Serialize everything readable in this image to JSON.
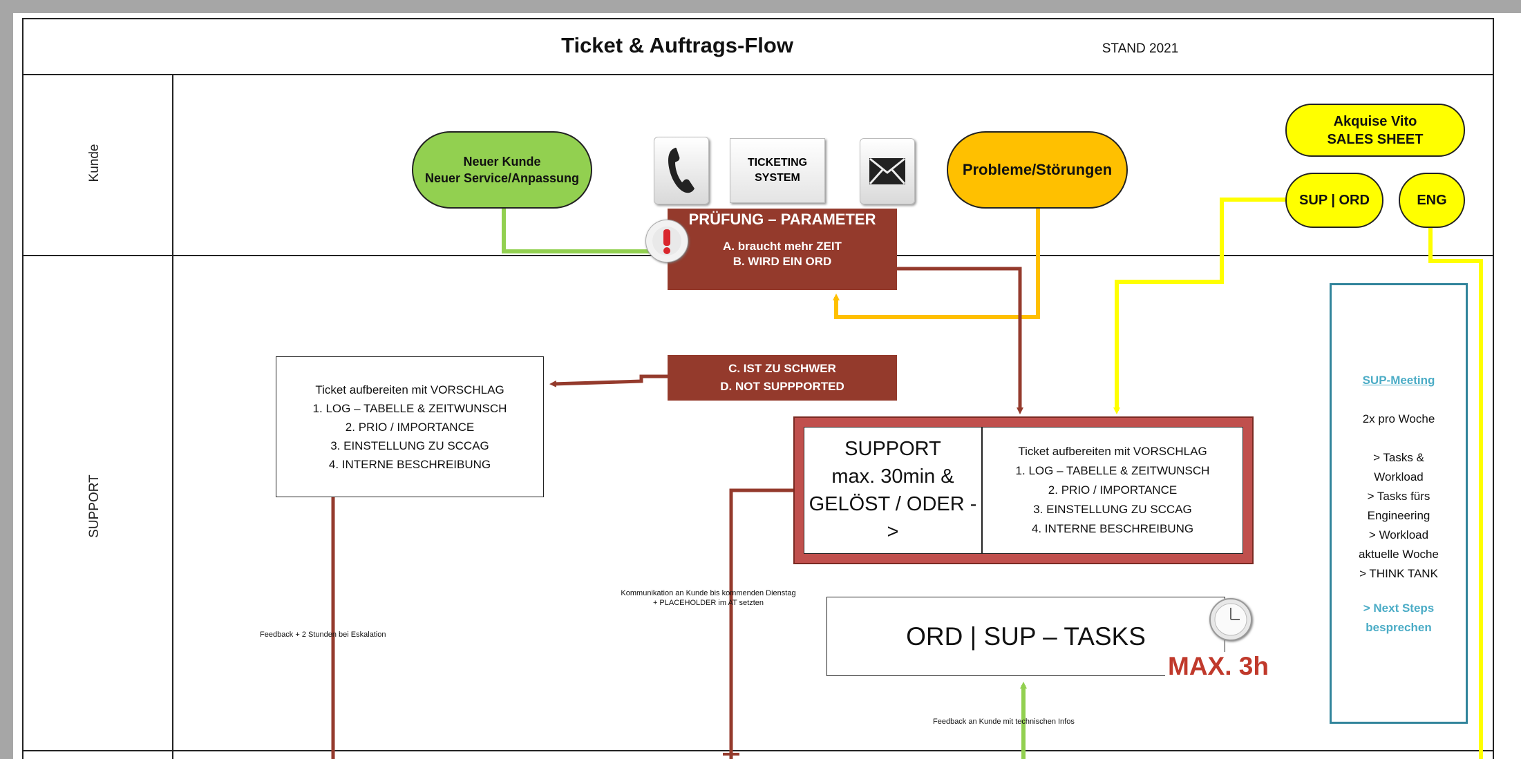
{
  "title": "Ticket & Auftrags-Flow",
  "stand": "STAND 2021",
  "lanes": {
    "kunde": "Kunde",
    "support": "SUPPORT"
  },
  "kunde": {
    "neuer_kunde_line1": "Neuer Kunde",
    "neuer_kunde_line2": "Neuer Service/Anpassung",
    "ticketing_line1": "TICKETING",
    "ticketing_line2": "SYSTEM",
    "probleme": "Probleme/Störungen",
    "akquise_line1": "Akquise Vito",
    "akquise_line2": "SALES SHEET",
    "sup_ord": "SUP | ORD",
    "eng": "ENG"
  },
  "pruefung": {
    "title": "PRÜFUNG – PARAMETER",
    "a": "A. braucht mehr ZEIT",
    "b": "B. WIRD EIN ORD"
  },
  "schwer": {
    "c": "C. IST ZU SCHWER",
    "d": "D. NOT SUPPPORTED"
  },
  "ticket_left": {
    "line1": "Ticket aufbereiten mit VORSCHLAG",
    "line2": "1. LOG – TABELLE & ZEITWUNSCH",
    "line3": "2. PRIO / IMPORTANCE",
    "line4": "3. EINSTELLUNG ZU SCCAG",
    "line5": "4. INTERNE BESCHREIBUNG"
  },
  "support_box": {
    "line1": "SUPPORT",
    "line2": "max. 30min &",
    "line3": "GELÖST / ODER ->"
  },
  "ticket_right": {
    "line1": "Ticket aufbereiten mit VORSCHLAG",
    "line2": "1. LOG – TABELLE & ZEITWUNSCH",
    "line3": "2. PRIO / IMPORTANCE",
    "line4": "3. EINSTELLUNG ZU SCCAG",
    "line5": "4. INTERNE BESCHREIBUNG"
  },
  "tasks": {
    "label": "ORD | SUP – TASKS",
    "max": "MAX. 3h"
  },
  "notes": {
    "kommunikation_line1": "Kommunikation an Kunde bis kommenden Dienstag",
    "kommunikation_line2": "+ PLACEHOLDER im AT setzten",
    "feedback_eskalation": "Feedback + 2 Stunden bei Eskalation",
    "feedback_tech": "Feedback an Kunde mit technischen Infos"
  },
  "meeting": {
    "title": "SUP-Meeting",
    "freq": "2x pro Woche",
    "l1": "> Tasks &",
    "l2": "Workload",
    "l3": "> Tasks fürs",
    "l4": "Engineering",
    "l5": "> Workload",
    "l6": "aktuelle Woche",
    "l7": "> THINK TANK",
    "next1": "> Next Steps",
    "next2": "besprechen"
  },
  "icons": [
    "phone-icon",
    "envelope-icon",
    "warning-icon",
    "clock-icon"
  ],
  "colors": {
    "green": "#92d050",
    "orange": "#ffc000",
    "yellow": "#ffff00",
    "dark_red": "#943a2c",
    "teal": "#31849b",
    "tasks_red": "#c0392b"
  }
}
